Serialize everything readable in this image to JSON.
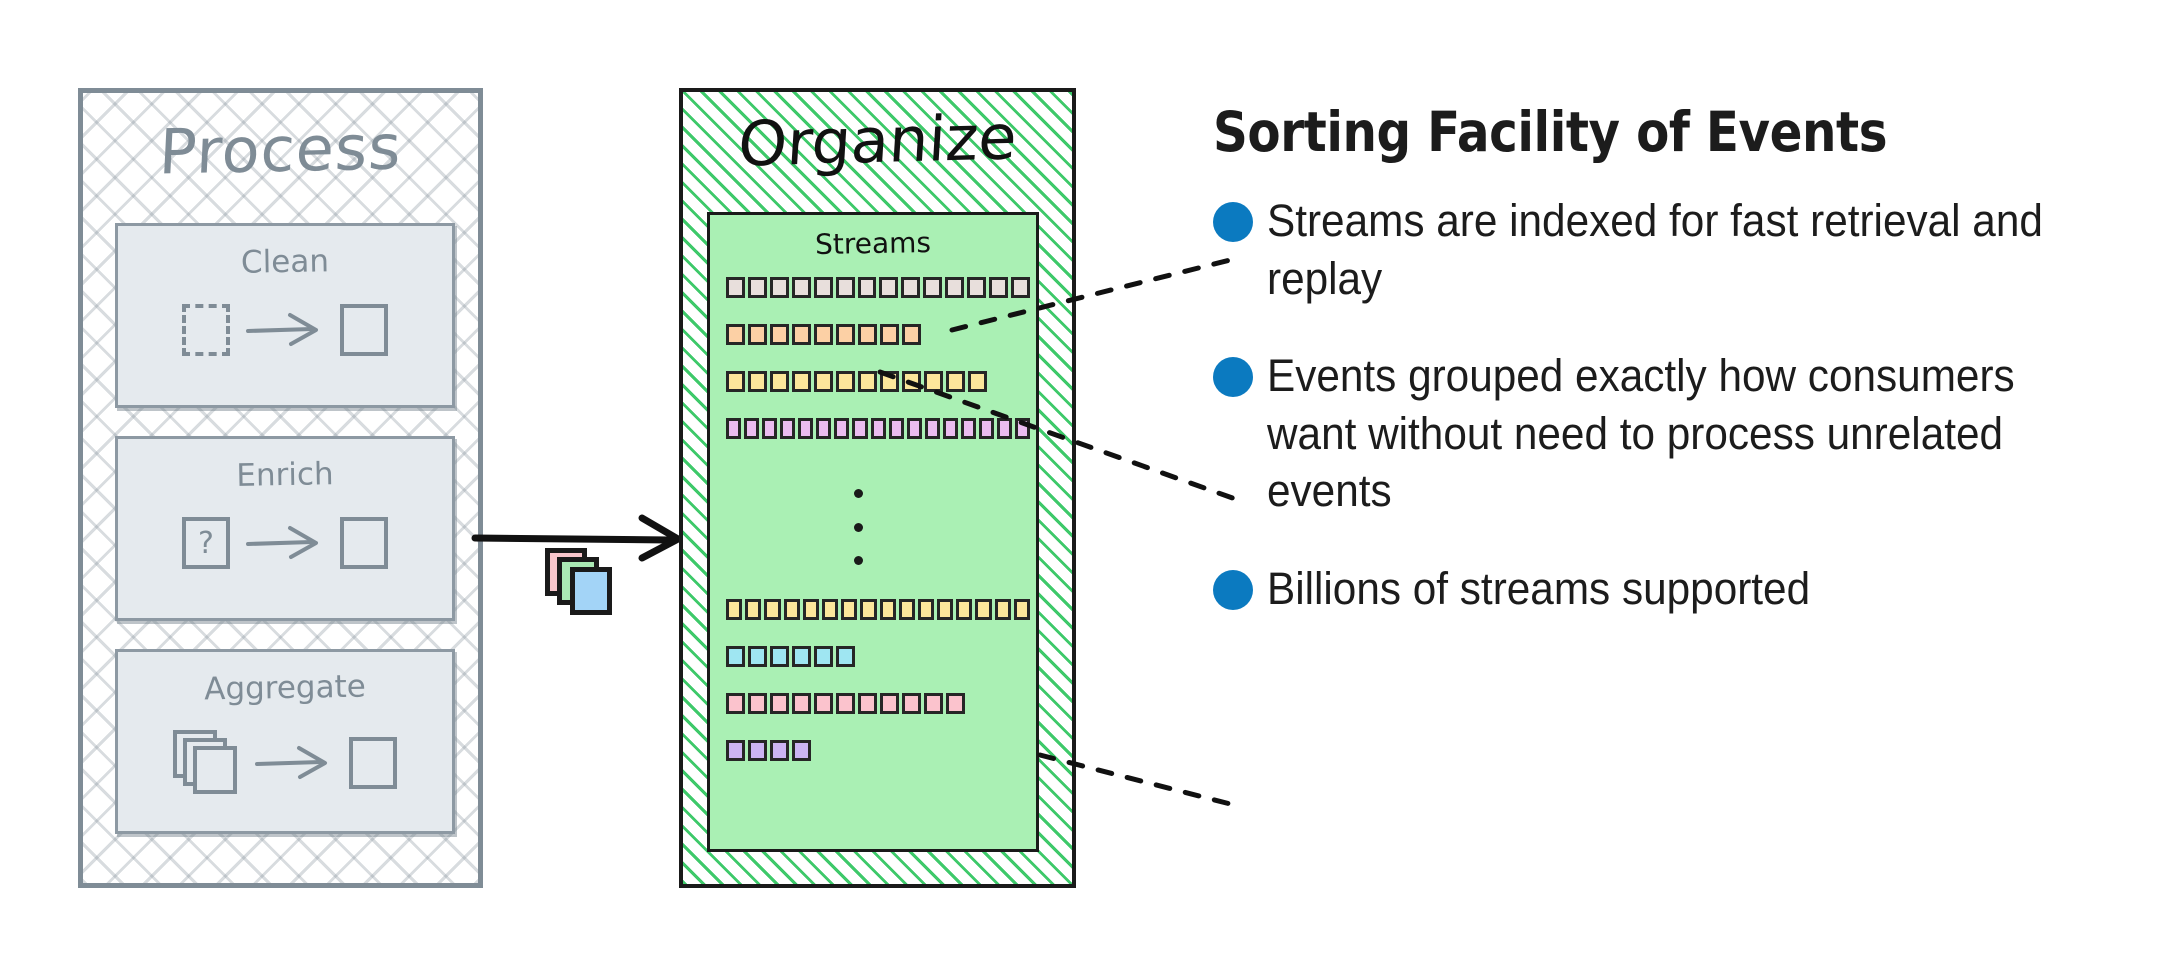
{
  "left_panel": {
    "title": "Process",
    "pattern": "cross-hatch",
    "border_color": "#7f8c96",
    "boxes": [
      {
        "label": "Clean",
        "icon_from": "dashed-square",
        "icon_to": "square"
      },
      {
        "label": "Enrich",
        "icon_from": "question-square",
        "icon_to": "square",
        "glyph": "?"
      },
      {
        "label": "Aggregate",
        "icon_from": "stacked-squares",
        "icon_to": "square"
      }
    ]
  },
  "middle_panel": {
    "title": "Organize",
    "pattern": "diagonal-hatch",
    "hatch_color": "#3ec96a",
    "border_color": "#1a1a1a",
    "inner_box": {
      "label": "Streams",
      "fill": "#aaf0b4",
      "streams_top": [
        {
          "color": "#e8dfdc",
          "count": 14
        },
        {
          "color": "#fcd0a5",
          "count": 9
        },
        {
          "color": "#fce69b",
          "count": 12
        },
        {
          "color": "#ebbdf0",
          "count": 17
        }
      ],
      "ellipsis": "vertical-3-dots",
      "streams_bottom": [
        {
          "color": "#fce69b",
          "count": 16
        },
        {
          "color": "#9fe6f2",
          "count": 6
        },
        {
          "color": "#fbc3cd",
          "count": 11
        },
        {
          "color": "#ccb4f2",
          "count": 4
        }
      ]
    }
  },
  "connector": {
    "arrow": "right-arrow",
    "cards": [
      "#f9c6cc",
      "#abe9b4",
      "#a3d4f7"
    ]
  },
  "right_panel": {
    "headline": "Sorting Facility of Events",
    "bullet_color": "#0b7ac0",
    "bullets": [
      "Streams are indexed for fast retrieval and replay",
      "Events grouped exactly how consumers want without need to process unrelated events",
      "Billions of streams supported"
    ]
  }
}
